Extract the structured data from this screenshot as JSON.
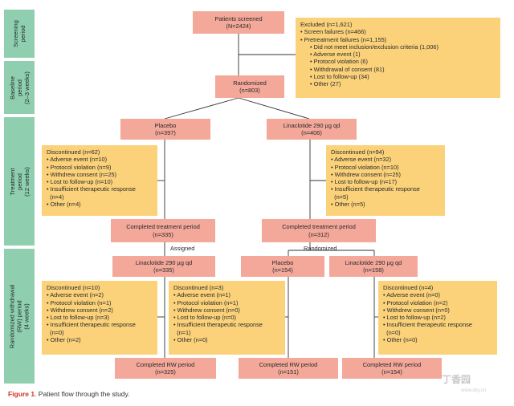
{
  "phases": {
    "screening": "Screening\nperiod",
    "baseline": "Baseline\nperiod\n(2–3 weeks)",
    "treatment": "Treatment\nperiod\n(12 weeks)",
    "withdrawal": "Randomized withdrawal\n(RW) period\n(4 weeks)"
  },
  "screened": {
    "line1": "Patients screened",
    "line2": "(N=2424)"
  },
  "excluded": {
    "title": "Excluded (n=1,621)",
    "screen_failures": "• Screen failures (n=466)",
    "pretreatment": "• Pretreatment failures (n=1,155)",
    "items": [
      "• Did not meet inclusion/exclusion criteria (1,006)",
      "• Adverse event (1)",
      "• Protocol violation (6)",
      "• Withdrawal of consent (81)",
      "• Lost to follow-up (34)",
      "• Other (27)"
    ]
  },
  "randomized": {
    "line1": "Randomized",
    "line2": "(n=803)"
  },
  "placebo": {
    "line1": "Placebo",
    "line2": "(n=397)"
  },
  "lina": {
    "line1": "Linaclotide 290 µg qd",
    "line2": "(n=406)"
  },
  "disc_placebo": [
    "Discontinued (n=62)",
    "• Adverse event (n=10)",
    "• Protocol violation (n=9)",
    "• Withdrew consent (n=25)",
    "• Lost to follow-up (n=10)",
    "• Insufficient therapeutic response",
    "  (n=4)",
    "• Other (n=4)"
  ],
  "disc_lina": [
    "Discontinued (n=94)",
    "• Adverse event (n=32)",
    "• Protocol violation (n=10)",
    "• Withdrew consent (n=25)",
    "• Lost to follow-up (n=17)",
    "• Insufficient therapeutic response",
    "  (n=5)",
    "• Other (n=5)"
  ],
  "completed_placebo": {
    "line1": "Completed treatment period",
    "line2": "(n=335)"
  },
  "completed_lina": {
    "line1": "Completed treatment period",
    "line2": "(n=312)"
  },
  "assigned": "Assigned",
  "randomized_label": "Randomized",
  "rw_lina_a": {
    "line1": "Linaclotide 290 µg qd",
    "line2": "(n=335)"
  },
  "rw_placebo": {
    "line1": "Placebo",
    "line2": "(n=154)"
  },
  "rw_lina_b": {
    "line1": "Linaclotide 290 µg qd",
    "line2": "(n=158)"
  },
  "disc_rw1": [
    "Discontinued (n=10)",
    "• Adverse event (n=2)",
    "• Protocol violation (n=1)",
    "• Withdrew consent (n=2)",
    "• Lost to follow-up (n=3)",
    "• Insufficient therapeutic response",
    "  (n=0)",
    "• Other (n=2)"
  ],
  "disc_rw2": [
    "Discontinued (n=3)",
    "• Adverse event (n=1)",
    "• Protocol violation (n=1)",
    "• Withdrew consent (n=0)",
    "• Lost to follow-up (n=0)",
    "• Insufficient therapeutic response",
    "  (n=1)",
    "• Other (n=0)"
  ],
  "disc_rw3": [
    "Discontinued (n=4)",
    "• Adverse event (n=0)",
    "• Protocol violation (n=2)",
    "• Withdrew consent (n=0)",
    "• Lost to follow-up (n=2)",
    "• Insufficient therapeutic response",
    "  (n=0)",
    "• Other (n=0)"
  ],
  "rw_done1": {
    "line1": "Completed RW period",
    "line2": "(n=325)"
  },
  "rw_done2": {
    "line1": "Completed RW period",
    "line2": "(n=151)"
  },
  "rw_done3": {
    "line1": "Completed RW period",
    "line2": "(n=154)"
  },
  "caption": {
    "fig": "Figure 1",
    "text": ". Patient flow through the study."
  },
  "watermark": {
    "main": "丁香园",
    "sub": "www.dxy.cn"
  }
}
